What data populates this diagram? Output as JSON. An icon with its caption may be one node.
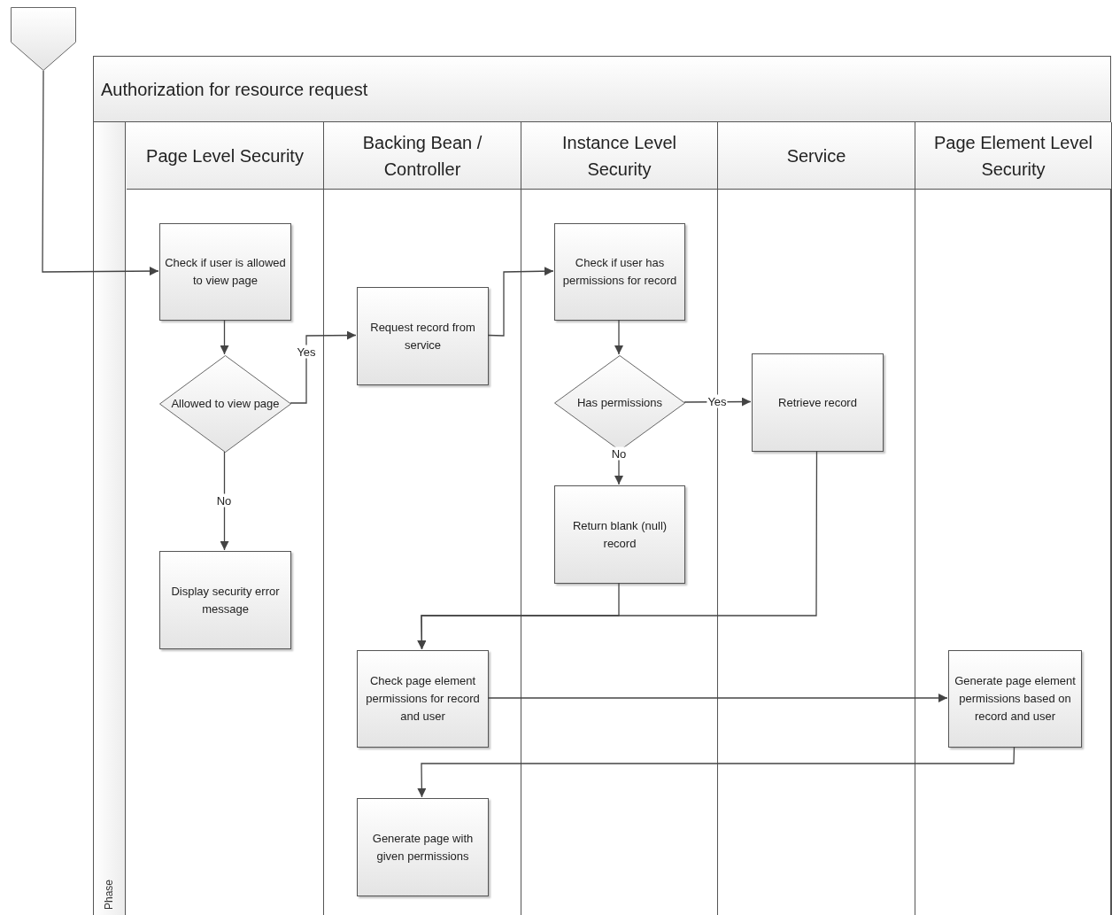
{
  "diagram": {
    "nodes": [
      {
        "text": [
          "Authorization for resource request"
        ]
      },
      {
        "text": [
          "Page Level Security"
        ],
        "in": 0
      },
      {
        "text": [
          "Backing Bean / Controller"
        ],
        "in": 0
      },
      {
        "text": [
          "Instance Level Security"
        ],
        "in": 0
      },
      {
        "text": [
          "Service"
        ],
        "in": 0
      },
      {
        "text": [
          "Page Element Level Security"
        ],
        "in": 0
      },
      {
        "text": [],
        "shape": "pentagon"
      },
      {
        "text": [
          "Check if user is allowed to view page"
        ],
        "in": 1
      },
      {
        "text": [
          "Allowed to view page"
        ],
        "in": 1
      },
      {
        "text": [
          "Display security error message"
        ],
        "in": 1
      },
      {
        "text": [
          "Request record from service"
        ],
        "in": 2
      },
      {
        "text": [
          "Check if user has permissions for record"
        ],
        "in": 3
      },
      {
        "text": [
          "Has permissions"
        ],
        "in": 3
      },
      {
        "text": [
          "Return blank (null) record"
        ],
        "in": 3
      },
      {
        "text": [
          "Retrieve record"
        ],
        "in": 4
      },
      {
        "text": [
          "Check page element permissions for record and user"
        ],
        "in": 2
      },
      {
        "text": [
          "Generate page element permissions based on record and user"
        ],
        "in": 5
      },
      {
        "text": [
          "Generate page with given permissions"
        ],
        "in": 2
      }
    ],
    "edges": [
      {
        "from": 6,
        "to": 7,
        "arrow": "to"
      },
      {
        "from": 7,
        "to": 8,
        "arrow": "to"
      },
      {
        "from": 8,
        "to": 10,
        "arrow": "to",
        "label": "Yes"
      },
      {
        "from": 8,
        "to": 9,
        "arrow": "to",
        "label": "No"
      },
      {
        "from": 10,
        "to": 11,
        "arrow": "to"
      },
      {
        "from": 11,
        "to": 12,
        "arrow": "to"
      },
      {
        "from": 12,
        "to": 14,
        "arrow": "to",
        "label": "Yes"
      },
      {
        "from": 12,
        "to": 13,
        "arrow": "to",
        "label": "No"
      },
      {
        "from": 13,
        "to": 15,
        "arrow": "to"
      },
      {
        "from": 14,
        "to": 15,
        "arrow": "to"
      },
      {
        "from": 15,
        "to": 16,
        "arrow": "to"
      },
      {
        "from": 16,
        "to": 17,
        "arrow": "to"
      }
    ],
    "labels": [
      "Phase"
    ]
  }
}
